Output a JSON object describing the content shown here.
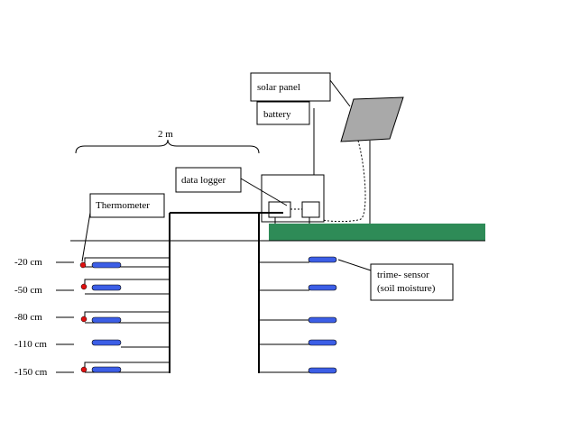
{
  "labels": {
    "solar_panel": "solar panel",
    "battery": "battery",
    "data_logger": "data logger",
    "thermometer": "Thermometer",
    "distance": "2 m",
    "trime_line1": "trime- sensor",
    "trime_line2": "(soil moisture)"
  },
  "depths": [
    "-20 cm",
    "-50 cm",
    "-80 cm",
    "-110 cm",
    "-150 cm"
  ],
  "colors": {
    "ground": "#2e8b57",
    "sensor": "#3c5ee6",
    "thermometer": "#e01010",
    "panel": "#a9a9a9",
    "line": "#000000"
  }
}
